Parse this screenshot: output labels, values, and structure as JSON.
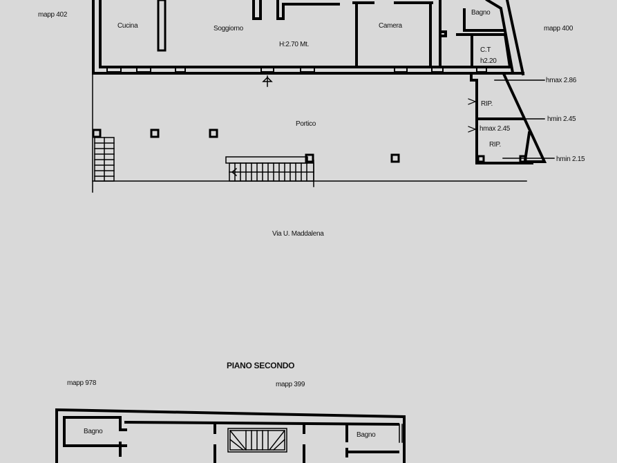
{
  "background_color": "#d9d9d9",
  "wall_color": "#000000",
  "ground_floor": {
    "parcels": {
      "left": "mapp 402",
      "right": "mapp 400"
    },
    "rooms": {
      "kitchen": "Cucina",
      "living_room": "Soggiorno",
      "ceiling_height": "H:2.70 Mt.",
      "bedroom": "Camera",
      "bathroom": "Bagno",
      "boiler_room": "C.T",
      "boiler_room_height": "h2.20",
      "portico": "Portico",
      "storage_upper": "RIP.",
      "storage_lower": "RIP."
    },
    "heights": {
      "hmax_upper": "hmax 2.86",
      "hmin_mid": "hmin 2.45",
      "hmax_lower": "hmax 2.45",
      "hmin_lower": "hmin 2.15"
    },
    "street": "Via U. Maddalena"
  },
  "second_floor": {
    "title": "PIANO SECONDO",
    "parcels": {
      "left": "mapp 978",
      "center": "mapp 399"
    },
    "rooms": {
      "bathroom_left": "Bagno",
      "bathroom_right": "Bagno"
    }
  }
}
